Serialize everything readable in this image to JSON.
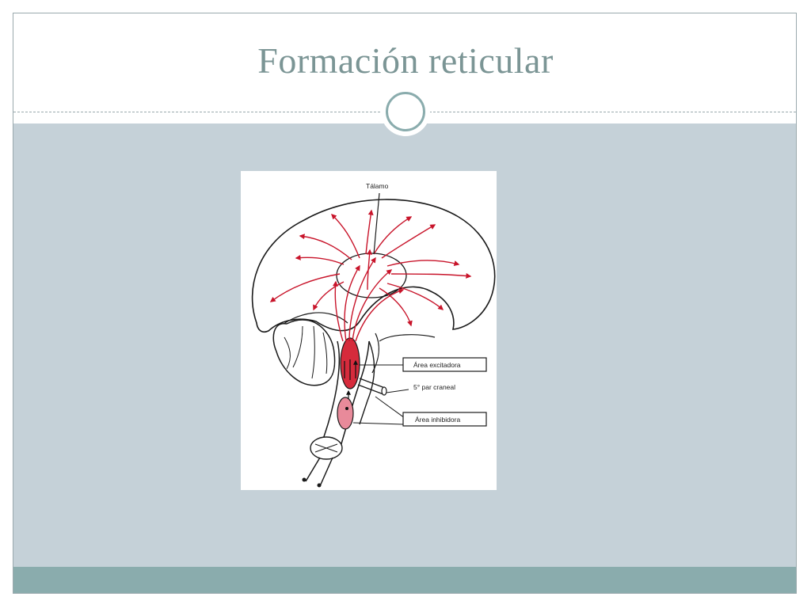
{
  "slide": {
    "title": "Formación reticular"
  },
  "diagram": {
    "labels": {
      "thalamus": "Tálamo",
      "excitatory_area": "Área excitadora",
      "cranial_nerve": "5° par craneal",
      "inhibitory_area": "Área inhibidora"
    },
    "colors": {
      "pathway": "#c8142a",
      "excitatory_fill": "#d62b3c",
      "inhibitory_fill": "#e88a9a",
      "outline": "#1a1a1a"
    }
  }
}
